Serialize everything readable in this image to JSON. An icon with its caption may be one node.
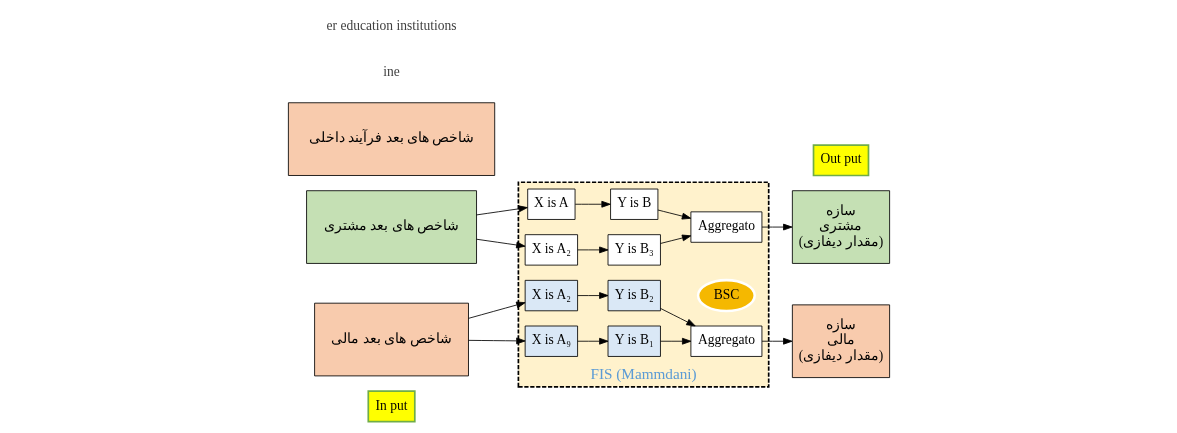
{
  "diagram": {
    "nodes": [
      {
        "text": [
          "In put"
        ]
      },
      {
        "text": [
          "شاخص های بعد مشتری"
        ]
      },
      {
        "text": [
          "شاخص های بعد مالی"
        ]
      },
      {
        "text": [
          "شاخص های بعد فرآیند داخلی"
        ]
      },
      {
        "text": [
          "FIS (Mammdani)"
        ]
      },
      {
        "text": [
          "X is A"
        ],
        "in": 4
      },
      {
        "text": [
          "X is A₂"
        ],
        "in": 4
      },
      {
        "text": [
          "Y is B"
        ],
        "in": 4
      },
      {
        "text": [
          "Y is B₃"
        ],
        "in": 4
      },
      {
        "text": [
          "Aggregato"
        ],
        "in": 4
      },
      {
        "text": [
          "X is A₂"
        ],
        "in": 4
      },
      {
        "text": [
          "X is A₉"
        ],
        "in": 4
      },
      {
        "text": [
          "Y is B₂"
        ],
        "in": 4
      },
      {
        "text": [
          "Y is B₁"
        ],
        "in": 4
      },
      {
        "text": [
          "Aggregato"
        ],
        "in": 4
      },
      {
        "text": [
          "BSC"
        ],
        "in": 4
      },
      {
        "text": [
          "Out put"
        ]
      },
      {
        "text": [
          "سازه",
          "مشتری",
          "(مقدار دیفازی)"
        ]
      },
      {
        "text": [
          "سازه",
          "مالی",
          "(مقدار دیفازی)"
        ]
      }
    ],
    "edges": [
      {
        "from": 1,
        "to": 5,
        "arrow": "to"
      },
      {
        "from": 1,
        "to": 6,
        "arrow": "to"
      },
      {
        "from": 5,
        "to": 7,
        "arrow": "to"
      },
      {
        "from": 6,
        "to": 8,
        "arrow": "to"
      },
      {
        "from": 7,
        "to": 9,
        "arrow": "to"
      },
      {
        "from": 8,
        "to": 9,
        "arrow": "to"
      },
      {
        "from": 9,
        "to": 17,
        "arrow": "to"
      },
      {
        "from": 2,
        "to": 10,
        "arrow": "to"
      },
      {
        "from": 2,
        "to": 11,
        "arrow": "to"
      },
      {
        "from": 10,
        "to": 12,
        "arrow": "to"
      },
      {
        "from": 11,
        "to": 13,
        "arrow": "to"
      },
      {
        "from": 12,
        "to": 14,
        "arrow": "to"
      },
      {
        "from": 13,
        "to": 14,
        "arrow": "to"
      },
      {
        "from": 14,
        "to": 18,
        "arrow": "to"
      }
    ],
    "labels": [
      "ine",
      "er education institutions"
    ]
  }
}
